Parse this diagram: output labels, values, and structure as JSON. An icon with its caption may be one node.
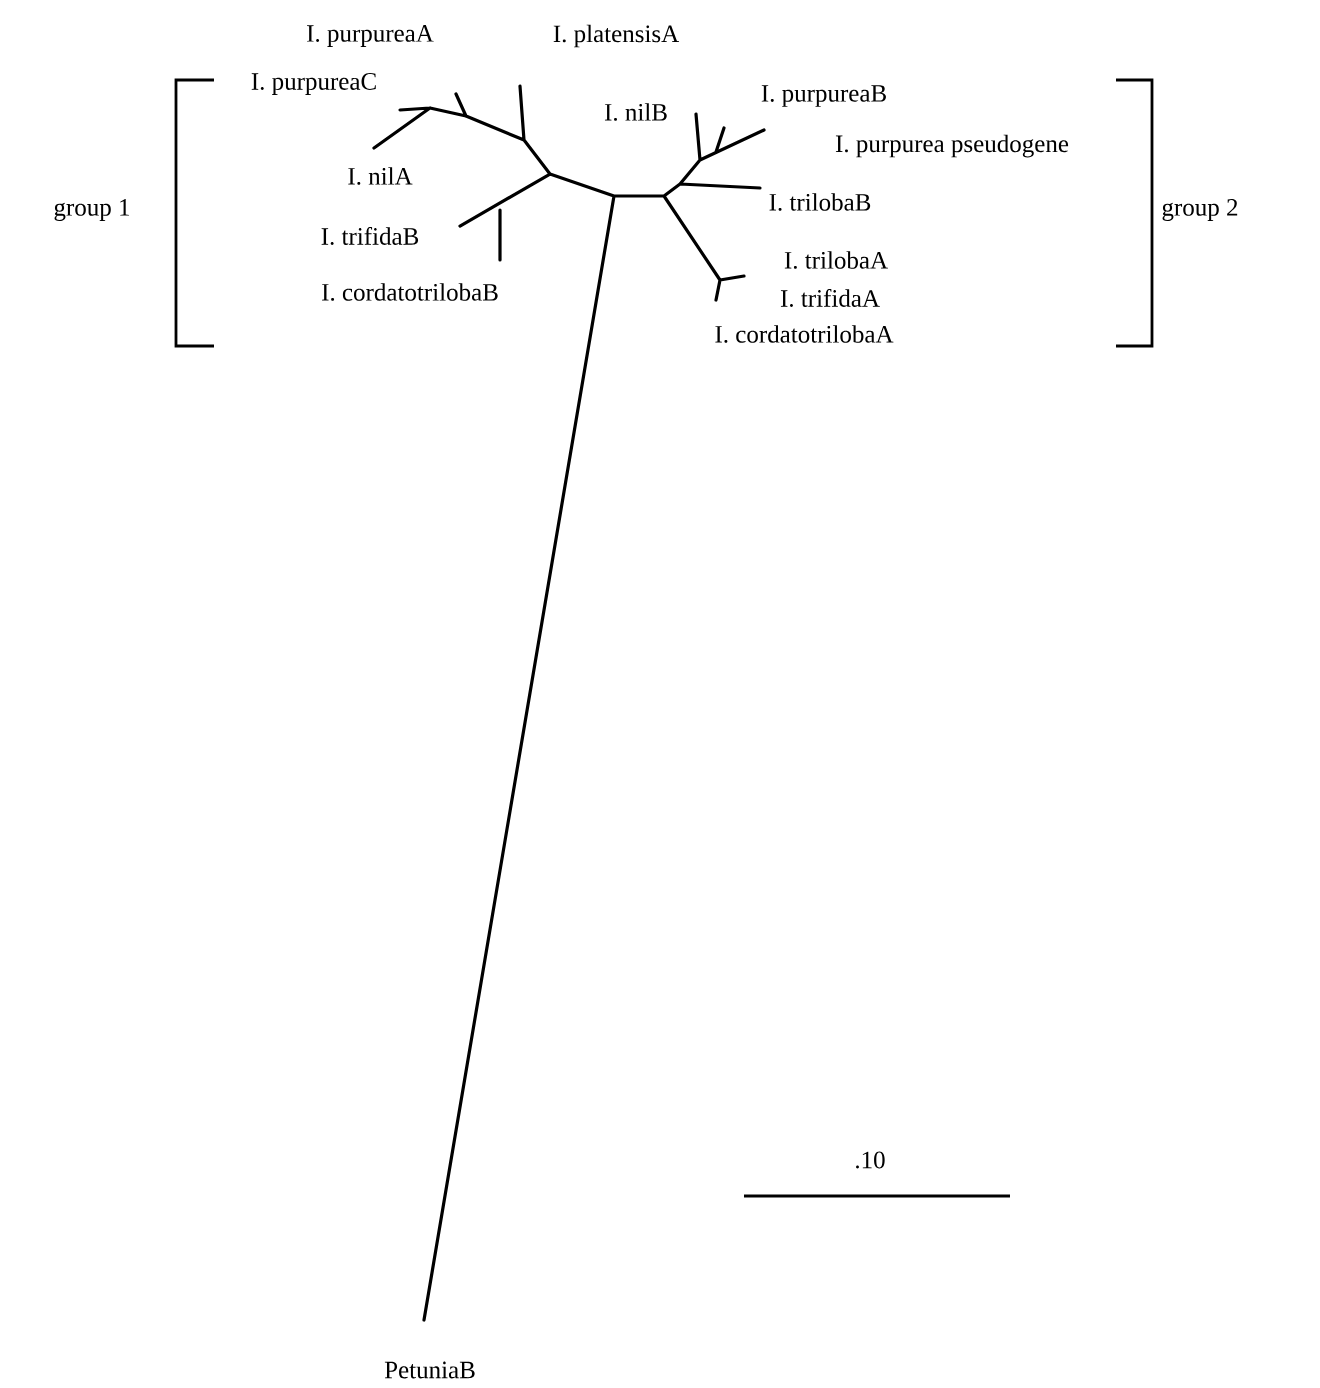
{
  "diagram": {
    "labels": [
      "I. purpureaA",
      "I. platensisA",
      "I. purpureaC",
      "I. nilA",
      "I. trifidaB",
      "I. cordatotrilobaB",
      "I. nilB",
      "I. purpureaB",
      "I. purpurea pseudogene",
      "I. trilobaB",
      "I. trilobaA",
      "I. trifidaA",
      "I. cordatotrilobaA",
      "group 1",
      "group 2",
      ".10",
      "PetuniaB"
    ]
  }
}
